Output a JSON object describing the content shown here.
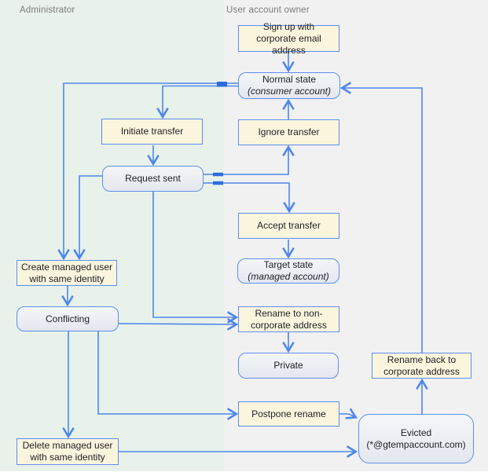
{
  "lanes": {
    "left": {
      "label": "Administrator"
    },
    "right": {
      "label": "User account owner"
    }
  },
  "nodes": {
    "signup": {
      "type": "action",
      "label": "Sign up with corporate email address"
    },
    "normal": {
      "type": "state",
      "line1": "Normal state",
      "line2": "(consumer account)"
    },
    "initiate": {
      "type": "action",
      "label": "Initiate transfer"
    },
    "ignore": {
      "type": "action",
      "label": "Ignore transfer"
    },
    "request": {
      "type": "state",
      "label": "Request sent"
    },
    "accept": {
      "type": "action",
      "label": "Accept transfer"
    },
    "target": {
      "type": "state",
      "line1": "Target state",
      "line2": "(managed account)"
    },
    "create": {
      "type": "action",
      "label": "Create managed user with same identity"
    },
    "conflicting": {
      "type": "state",
      "label": "Conflicting"
    },
    "rename_non": {
      "type": "action",
      "label": "Rename to non-corporate address"
    },
    "private": {
      "type": "state",
      "label": "Private"
    },
    "rename_back": {
      "type": "action",
      "label": "Rename back to corporate address"
    },
    "postpone": {
      "type": "action",
      "label": "Postpone rename"
    },
    "evicted": {
      "type": "state",
      "line1": "Evicted",
      "line2": "(*@gtempaccount.com)"
    },
    "delete": {
      "type": "action",
      "label": "Delete managed user with same identity"
    }
  },
  "edges": [
    {
      "from": "signup",
      "to": "normal"
    },
    {
      "from": "normal",
      "to": "create"
    },
    {
      "from": "normal",
      "to": "initiate"
    },
    {
      "from": "initiate",
      "to": "request"
    },
    {
      "from": "request",
      "to": "create"
    },
    {
      "from": "request",
      "to": "ignore"
    },
    {
      "from": "request",
      "to": "accept"
    },
    {
      "from": "ignore",
      "to": "normal"
    },
    {
      "from": "accept",
      "to": "target"
    },
    {
      "from": "request",
      "to": "rename_non"
    },
    {
      "from": "conflicting",
      "to": "rename_non"
    },
    {
      "from": "create",
      "to": "conflicting"
    },
    {
      "from": "conflicting",
      "to": "delete"
    },
    {
      "from": "conflicting",
      "to": "postpone"
    },
    {
      "from": "rename_non",
      "to": "private"
    },
    {
      "from": "postpone",
      "to": "evicted"
    },
    {
      "from": "delete",
      "to": "evicted"
    },
    {
      "from": "evicted",
      "to": "rename_back"
    },
    {
      "from": "rename_back",
      "to": "normal"
    }
  ],
  "colors": {
    "lane_left_bg": "#e8f2ea",
    "lane_right_bg": "#f1f1f1",
    "action_fill": "#fcf5de",
    "state_fill": "#e9ecf1",
    "border_blue": "#5d8ef0",
    "wire_blue": "#4d86ec",
    "header_text": "#7b7b7b"
  }
}
